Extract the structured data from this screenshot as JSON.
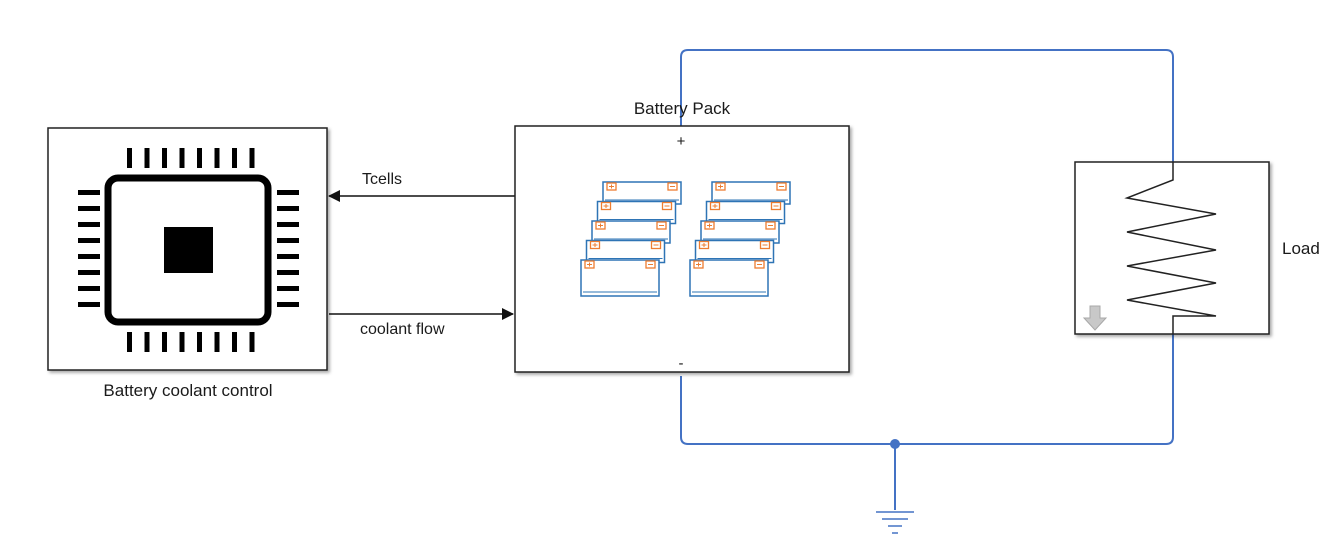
{
  "blocks": {
    "controller": {
      "label": "Battery coolant control",
      "icon": "microchip-icon"
    },
    "battery": {
      "label": "Battery Pack",
      "icon": "battery-pack-icon",
      "port_pos": "+",
      "port_neg": "-"
    },
    "load": {
      "label": "Load",
      "icon": "resistor-icon"
    },
    "ground": {
      "icon": "ground-icon"
    }
  },
  "signals": {
    "tcells": "Tcells",
    "coolant": "coolant flow"
  },
  "colors": {
    "wire": "#4472c4",
    "battery_outline": "#2e74b5",
    "battery_terminal": "#ed7d31",
    "block_border": "#222222"
  }
}
